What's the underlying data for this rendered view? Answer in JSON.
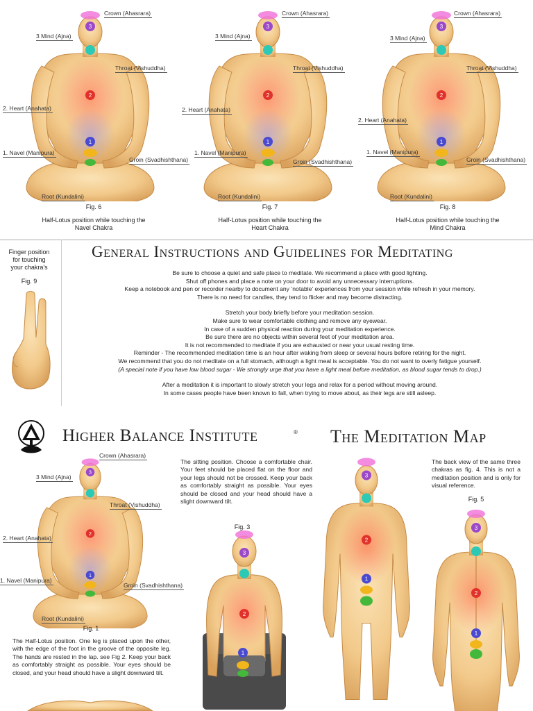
{
  "labels": {
    "crown": "Crown (Ahasrara)",
    "mind": "3 Mind (Ajna)",
    "throat": "Throat (Vishuddha)",
    "heart": "2. Heart (Anahata)",
    "navel": "1. Navel (Manipura)",
    "groin": "Groin (Svadhishthana)",
    "root": "Root (Kundalini)"
  },
  "top_figures": [
    {
      "fig": "Fig. 6",
      "caption_1": "Half-Lotus position while touching the",
      "caption_2": "Navel Chakra"
    },
    {
      "fig": "Fig. 7",
      "caption_1": "Half-Lotus position while touching the",
      "caption_2": "Heart Chakra"
    },
    {
      "fig": "Fig. 8",
      "caption_1": "Half-Lotus position while touching the",
      "caption_2": "Mind Chakra"
    }
  ],
  "finger": {
    "line1": "Finger position",
    "line2": "for touching",
    "line3": "your chakra's",
    "fig": "Fig. 9"
  },
  "instructions": {
    "title": "General Instructions and Guidelines for Meditating",
    "block1": [
      "Be sure to choose a quiet and safe place to meditate.  We recommend a place with good lighting.",
      "Shut off phones and place a note on your door to avoid any unnecessary interruptions.",
      "Keep a notebook and pen or recorder nearby to document any ‘notable’ experiences from your session while refresh in your memory.",
      "There is no need for candles, they tend to flicker and may become distracting."
    ],
    "block2": [
      "Stretch your body briefly before your meditation session.",
      "Make sure to wear comfortable clothing and remove any eyewear.",
      "In case of a sudden physical reaction during your meditation experience.",
      "Be sure there are no objects within several feet of your meditation area.",
      "It is not recommended to meditate if you are exhausted or near your usual resting time.",
      "Reminder - The recommended meditation time is an hour after waking from sleep or several hours before retiring for the night.",
      "We recommend that you do not meditate on a full stomach, although a light meal is acceptable.  You do not want to overly fatigue yourself."
    ],
    "note": "(A special note if you have low blood sugar - We strongly urge that you have a light meal before meditation, as blood sugar tends to drop.)",
    "block3": [
      "After a meditation it is important to slowly stretch your legs and relax for a period without moving around.",
      "In some cases people have been known to fall, when trying to move about, as their legs are still asleep."
    ]
  },
  "brand": {
    "name": "Higher Balance Institute",
    "reg": "®",
    "map_title": "The Meditation Map"
  },
  "fig1": {
    "fig": "Fig. 1",
    "text": "The Half-Lotus position. One leg is placed upon the other, with the edge of the foot in the groove of the opposite leg. The hands are rested in the lap. see Fig 2. Keep your back as comfortably straight as possible. Your eyes should be closed, and your head should have a slight downward tilt."
  },
  "fig3": {
    "fig": "Fig. 3",
    "text": "The sitting position. Choose a comfortable chair. Your feet should be placed flat on the floor and your legs should not be crossed. Keep your back as comfortably straight as possible. Your eyes should be closed and your head should have a slight downward tilt."
  },
  "fig5": {
    "fig": "Fig. 5",
    "text": "The back view of the same three chakras as fig. 4. This is not a meditation position and is only for visual reference."
  },
  "chakra_numbers": {
    "one": "1",
    "two": "2",
    "three": "3"
  },
  "colors": {
    "skin": "#f2c98a",
    "skin_shadow": "#d9a15c",
    "crown": "#f06fd8",
    "mind": "#9b49c9",
    "throat": "#2cc9b6",
    "heart": "#e0322a",
    "navel": "#4a4ad0",
    "groin": "#f2b61c",
    "root": "#44b83a"
  }
}
